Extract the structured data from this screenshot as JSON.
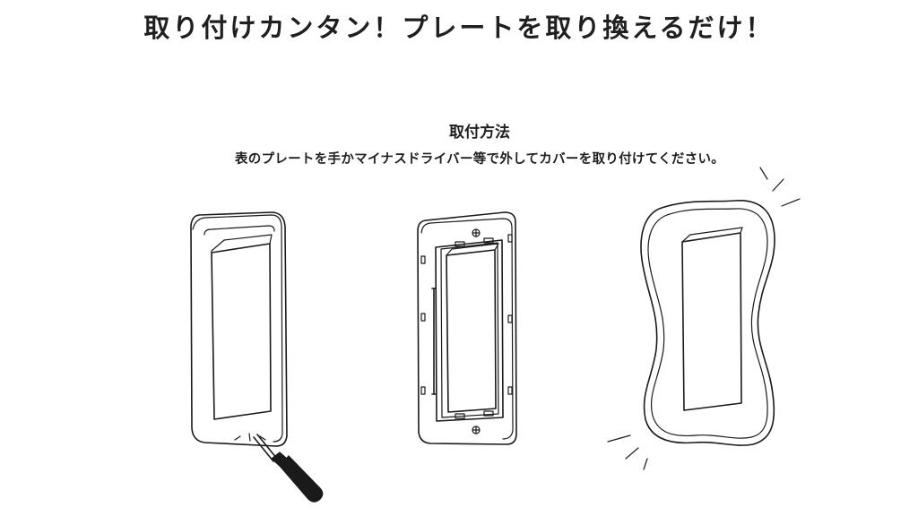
{
  "headline": "取り付けカンタン！プレートを取り換えるだけ！",
  "method": {
    "title": "取付方法",
    "description": "表のプレートを手かマイナスドライバー等で外してカバーを取り付けてください。"
  },
  "steps": [
    {
      "id": "step-1",
      "icon": "plate-with-screwdriver-icon"
    },
    {
      "id": "step-2",
      "icon": "switch-base-icon"
    },
    {
      "id": "step-3",
      "icon": "flexible-cover-icon"
    }
  ]
}
